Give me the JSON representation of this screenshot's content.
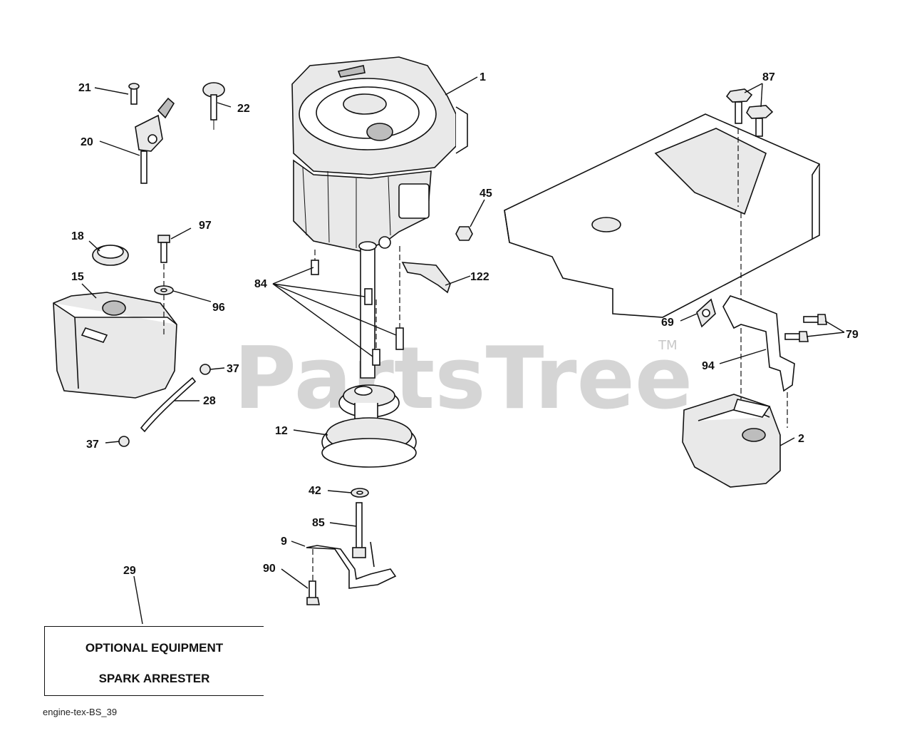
{
  "watermark": {
    "text": "PartsTree",
    "trademark": "TM"
  },
  "callouts": {
    "c1": "1",
    "c2": "2",
    "c9": "9",
    "c12": "12",
    "c15": "15",
    "c18": "18",
    "c20": "20",
    "c21": "21",
    "c22": "22",
    "c28": "28",
    "c29": "29",
    "c37a": "37",
    "c37b": "37",
    "c42": "42",
    "c45": "45",
    "c69": "69",
    "c79": "79",
    "c84": "84",
    "c85": "85",
    "c87": "87",
    "c90": "90",
    "c94": "94",
    "c96": "96",
    "c97": "97",
    "c122": "122"
  },
  "optional_box": {
    "line1": "OPTIONAL EQUIPMENT",
    "line2": "SPARK ARRESTER"
  },
  "footer": {
    "code": "engine-tex-BS_39"
  }
}
